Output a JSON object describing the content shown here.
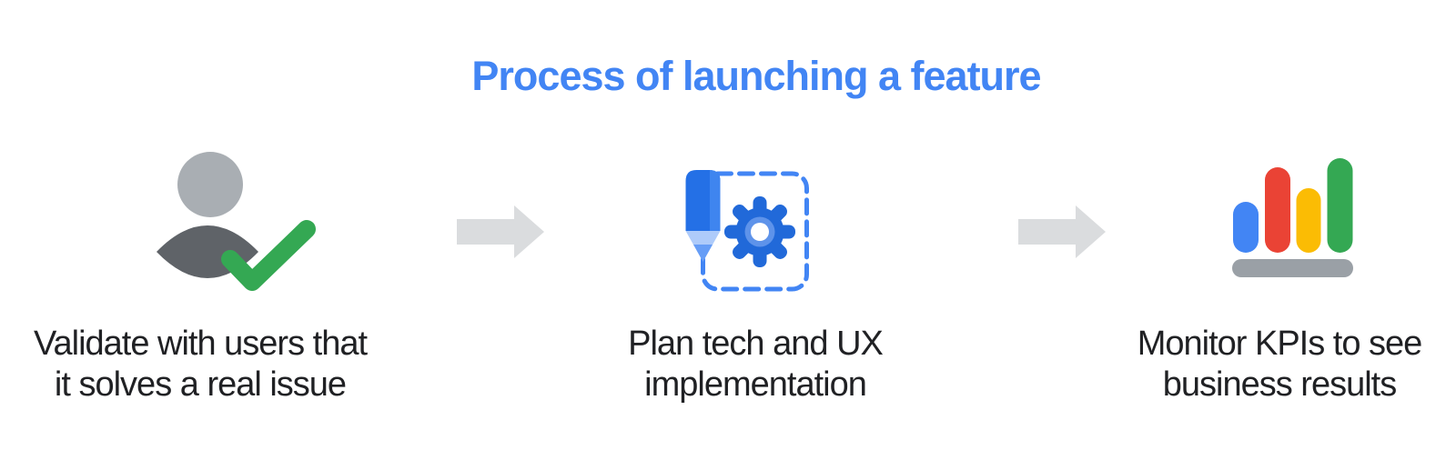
{
  "title": "Process of launching a feature",
  "steps": [
    {
      "name": "validate",
      "icon": "user-checkmark-icon",
      "lines": [
        "Validate with users that",
        "it solves a real issue"
      ]
    },
    {
      "name": "plan",
      "icon": "pencil-gear-icon",
      "lines": [
        "Plan tech and UX",
        "implementation"
      ]
    },
    {
      "name": "monitor",
      "icon": "bar-chart-icon",
      "lines": [
        "Monitor KPIs to see",
        "business results"
      ]
    }
  ],
  "connectors": [
    {
      "icon": "arrow-right-icon"
    },
    {
      "icon": "arrow-right-icon"
    }
  ],
  "palette": {
    "title_blue": "#4285F4",
    "text_dark": "#202124",
    "arrow_gray": "#DADCDE",
    "google_blue": "#4285F4",
    "google_red": "#EA4335",
    "google_yellow": "#FBBC04",
    "google_green": "#34A853",
    "head_gray": "#A9AEB3",
    "body_gray": "#5F6368",
    "base_gray": "#9AA0A6",
    "pencil_blue": "#2470E6",
    "pencil_blue_light_strip": "#3F85EF",
    "pencil_wood_light": "#AECBFA",
    "pencil_lead_mid": "#669DF6",
    "gear_blue": "#2169D9",
    "gear_ring_light": "#5E93EA",
    "gear_hole": "#FFFFFF",
    "dashed_box_blue": "#4285F4",
    "background": "#FFFFFF"
  }
}
